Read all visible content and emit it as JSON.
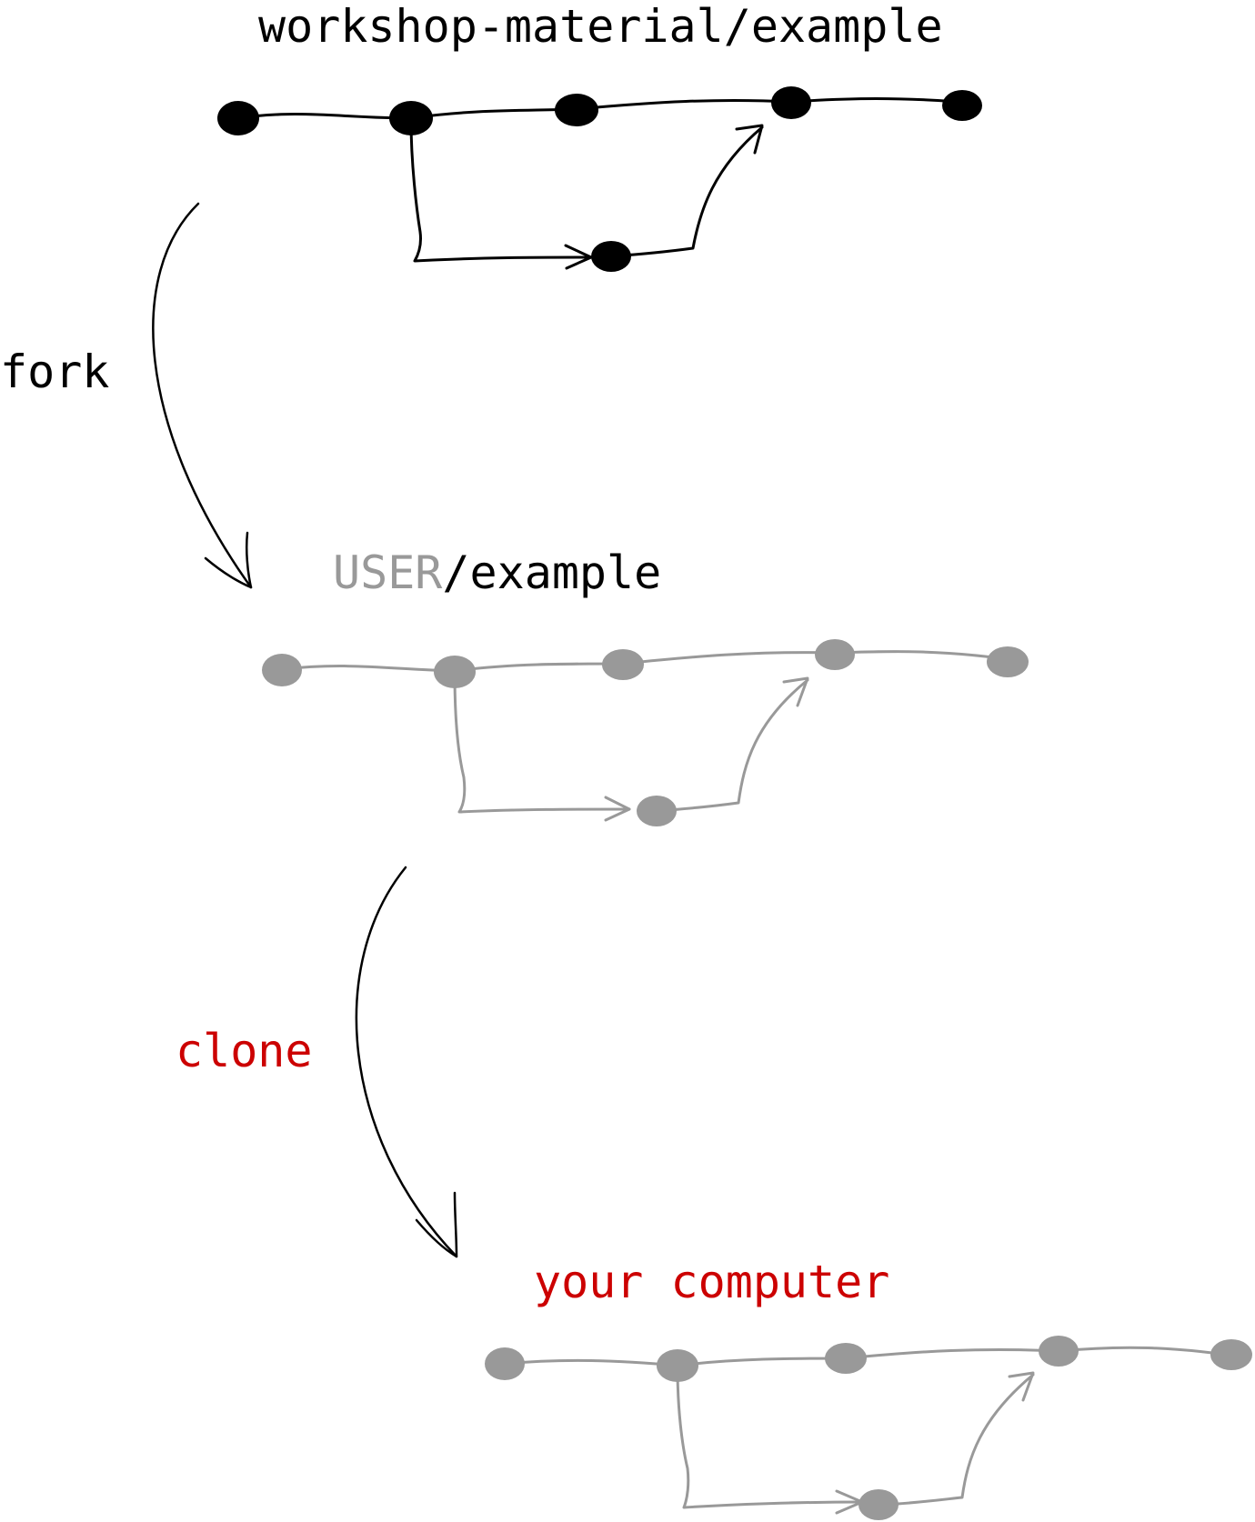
{
  "colors": {
    "ink": "#000000",
    "grey": "#999999",
    "accent": "#cc0000"
  },
  "repos": {
    "upstream": {
      "prefix": "",
      "name": "workshop-material/example"
    },
    "fork": {
      "prefix": "USER",
      "name": "/example"
    },
    "local": {
      "name": "your computer"
    }
  },
  "actions": {
    "fork": "fork",
    "clone": "clone"
  },
  "graph": {
    "main_commits": 5,
    "branch_commits": 1,
    "branch_from": 2,
    "merge_into": 4
  }
}
